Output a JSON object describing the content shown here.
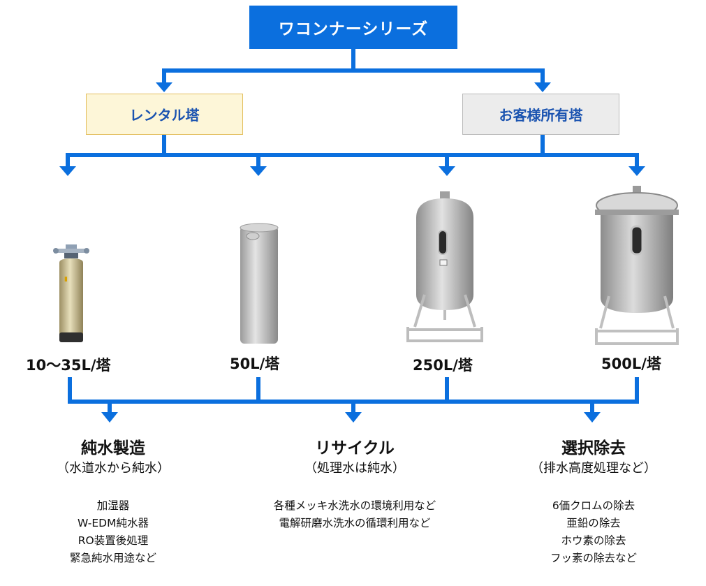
{
  "header": {
    "title": "ワコンナーシリーズ"
  },
  "branches": {
    "rental": "レンタル塔",
    "owned": "お客様所有塔"
  },
  "tanks": [
    {
      "capacity": "10〜35L/塔"
    },
    {
      "capacity": "50L/塔"
    },
    {
      "capacity": "250L/塔"
    },
    {
      "capacity": "500L/塔"
    }
  ],
  "applications": [
    {
      "title": "純水製造",
      "subtitle": "（水道水から純水）",
      "uses": [
        "加湿器",
        "W-EDM純水器",
        "RO装置後処理",
        "緊急純水用途など"
      ]
    },
    {
      "title": "リサイクル",
      "subtitle": "（処理水は純水）",
      "uses": [
        "各種メッキ水洗水の環境利用など",
        "電解研磨水洗水の循環利用など"
      ]
    },
    {
      "title": "選択除去",
      "subtitle": "（排水高度処理など）",
      "uses": [
        "6価クロムの除去",
        "亜鉛の除去",
        "ホウ素の除去",
        "フッ素の除去など"
      ]
    }
  ],
  "colors": {
    "connector": "#0b6fde",
    "title_bg": "#0b6fde",
    "branch_text": "#1a53b0",
    "rental_bg": "#fdf6d8",
    "rental_border": "#e3bf5e",
    "owned_bg": "#ececec",
    "owned_border": "#b9b9b9"
  }
}
